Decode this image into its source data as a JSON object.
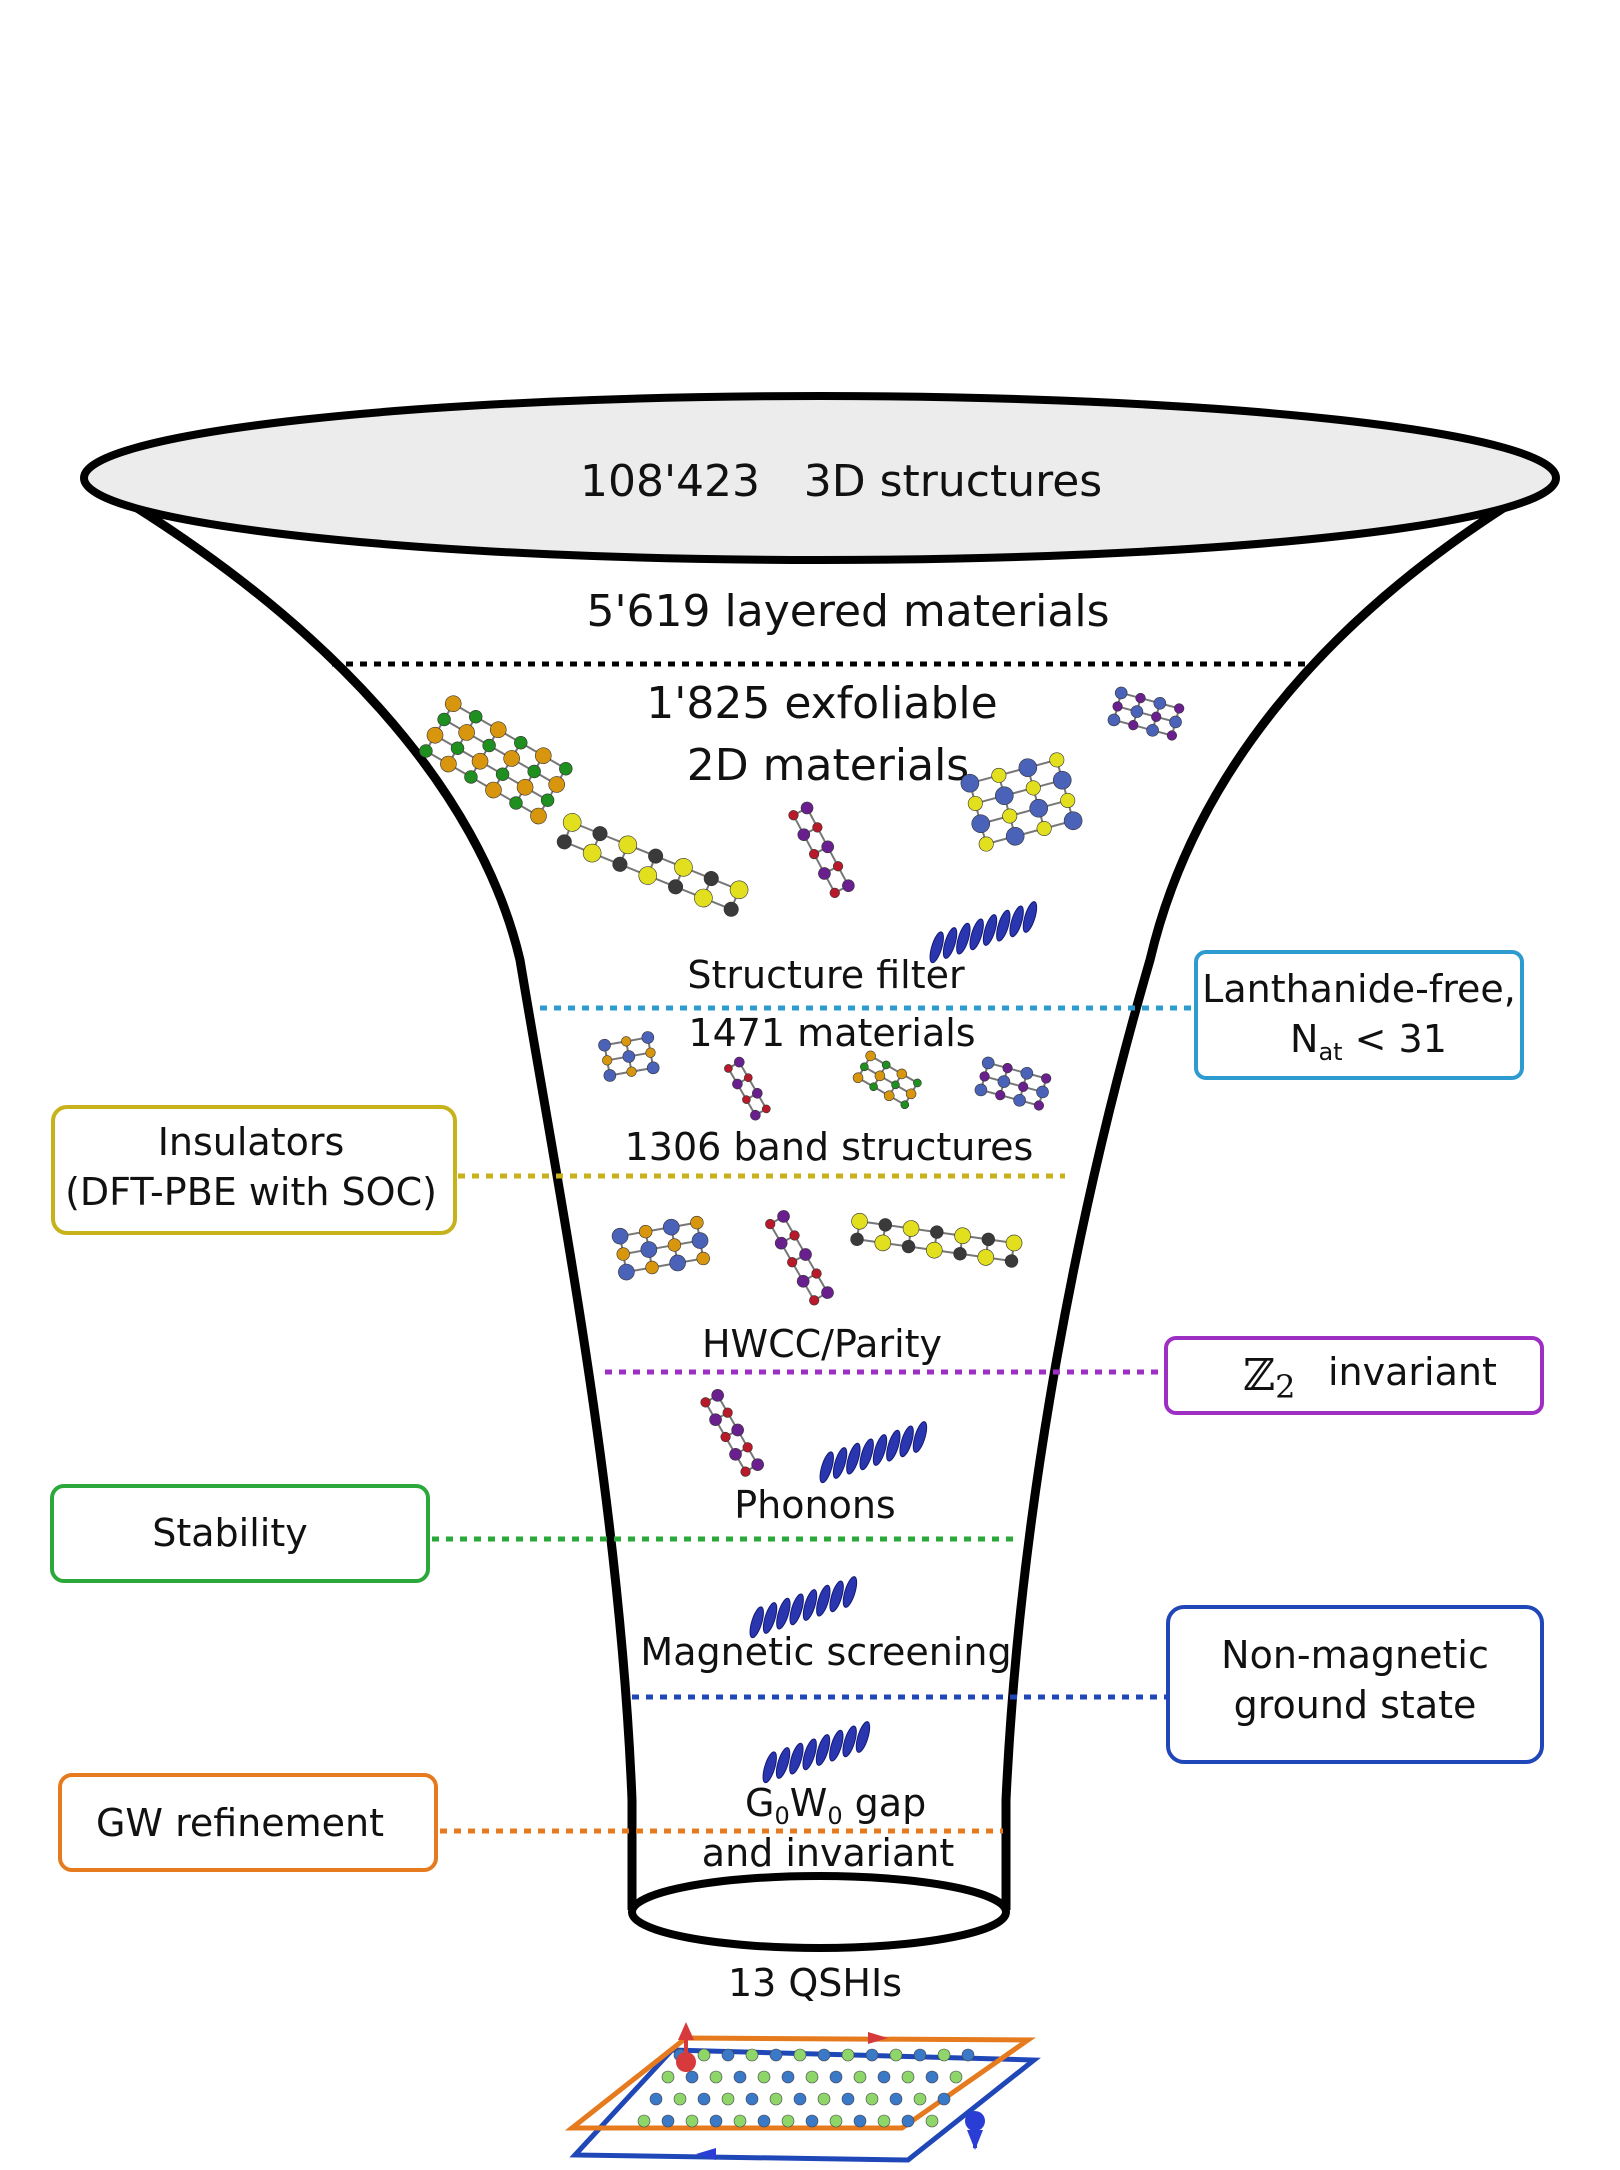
{
  "funnel": {
    "top_count": "108'423",
    "top_label": "3D structures",
    "layered": "5'619 layered materials",
    "exfoliable_1": "1'825 exfoliable",
    "exfoliable_2": "2D materials",
    "structure_filter": "Structure filter",
    "materials_1471": "1471 materials",
    "band_structures": "1306 band structures",
    "hwcc": "HWCC/Parity",
    "phonons": "Phonons",
    "magnetic": "Magnetic screening",
    "g0w0_G": "G",
    "g0w0_sub0": "0",
    "g0w0_W": "W",
    "g0w0_sub1": "0",
    "g0w0_rest": " gap",
    "g0w0_line2": "and invariant",
    "result": "13 QSHIs"
  },
  "boxes": {
    "lanthanide_1": "Lanthanide-free,",
    "lanthanide_N": "N",
    "lanthanide_sub": "at",
    "lanthanide_rest": " < 31",
    "insulators_1": "Insulators",
    "insulators_2": "(DFT-PBE with SOC)",
    "z2_symbol": "ℤ",
    "z2_sub": "2",
    "z2_rest": "invariant",
    "stability": "Stability",
    "nonmag_1": "Non-magnetic",
    "nonmag_2": "ground state",
    "gw": "GW refinement"
  },
  "colors": {
    "lanthanide": "#2e9bd0",
    "insulators": "#c8b21c",
    "z2": "#9d2fc2",
    "stability": "#2aa83a",
    "nonmagnetic": "#2047b8",
    "gw": "#e57a1e",
    "funnel_top_fill": "#ececec",
    "atom_gold": "#d8960f",
    "atom_green": "#1f8f1f",
    "atom_yellow": "#e2df1e",
    "atom_dark": "#3a3a3a",
    "atom_blue": "#4a63b8",
    "atom_purple": "#6a1f8f",
    "atom_red": "#b81a2a",
    "chain_blue": "#2a35b0"
  }
}
